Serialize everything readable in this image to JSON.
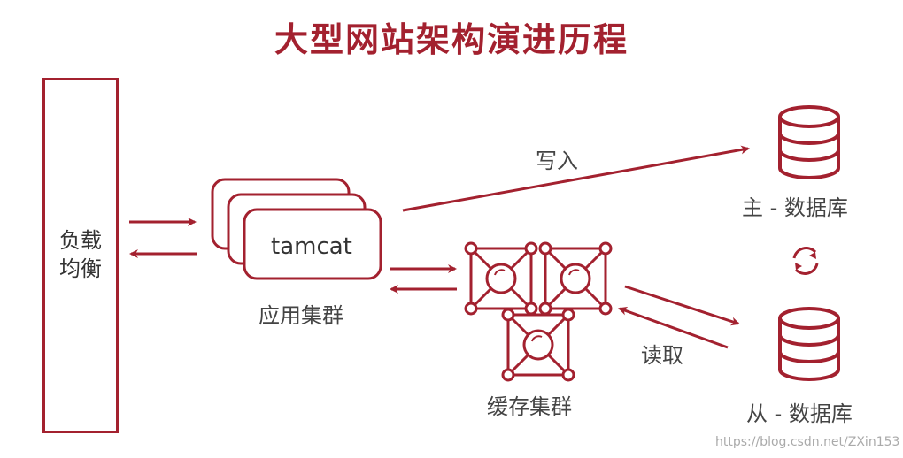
{
  "title": "大型网站架构演进历程",
  "load_balancer": {
    "line1": "负载",
    "line2": "均衡"
  },
  "app_server": {
    "name": "tamcat",
    "caption": "应用集群"
  },
  "cache": {
    "caption": "缓存集群"
  },
  "db_master": {
    "caption": "主 - 数据库"
  },
  "db_slave": {
    "caption": "从 - 数据库"
  },
  "arrows": {
    "write": "写入",
    "read": "读取"
  },
  "watermark": "https://blog.csdn.net/ZXin153",
  "colors": {
    "accent": "#a3212f",
    "text": "#333333"
  }
}
